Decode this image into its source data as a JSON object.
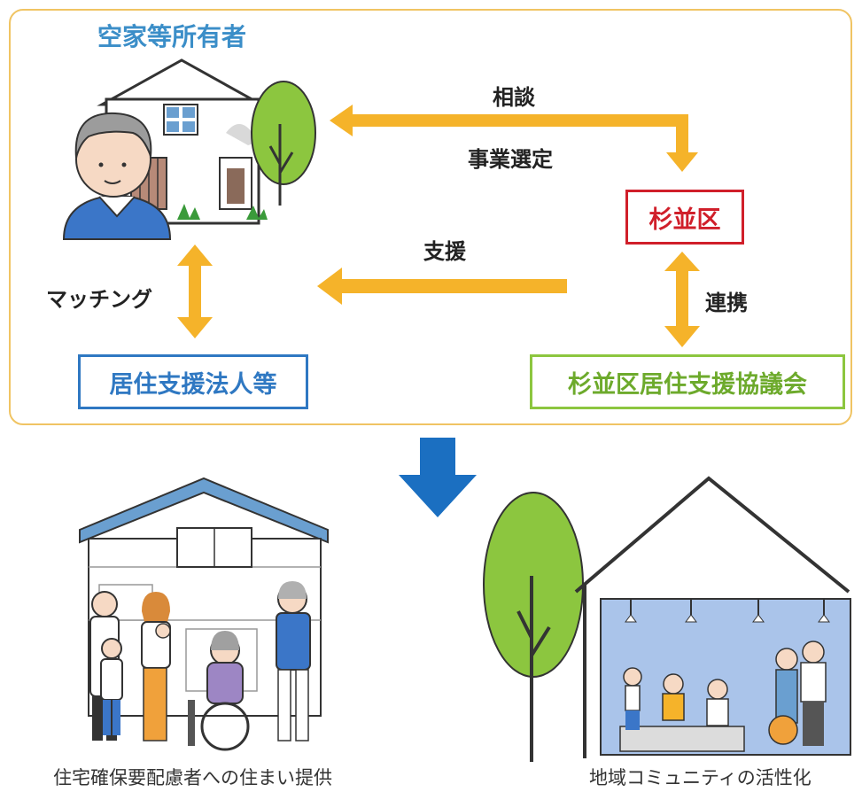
{
  "colors": {
    "panel_border": "#f0c463",
    "arrow_orange": "#f5b32a",
    "arrow_blue": "#1b6fc1",
    "suginami_red": "#d01f2a",
    "corp_blue": "#2f78c2",
    "council_green": "#8cc63f",
    "owner_title_blue": "#3b8ec8"
  },
  "owner": {
    "title": "空家等所有者"
  },
  "labels": {
    "consult": "相談",
    "selection": "事業選定",
    "support": "支援",
    "matching": "マッチング",
    "cooperation": "連携"
  },
  "boxes": {
    "suginami": "杉並区",
    "corp": "居住支援法人等",
    "council": "杉並区居住支援協議会"
  },
  "captions": {
    "left": "住宅確保要配慮者への住まい提供",
    "right": "地域コミュニティの活性化"
  },
  "icons": [
    "house-icon",
    "owner-person-icon",
    "tree-icon",
    "family-house-icon",
    "community-house-icon",
    "down-arrow-icon",
    "pendant-lamp-icon"
  ]
}
